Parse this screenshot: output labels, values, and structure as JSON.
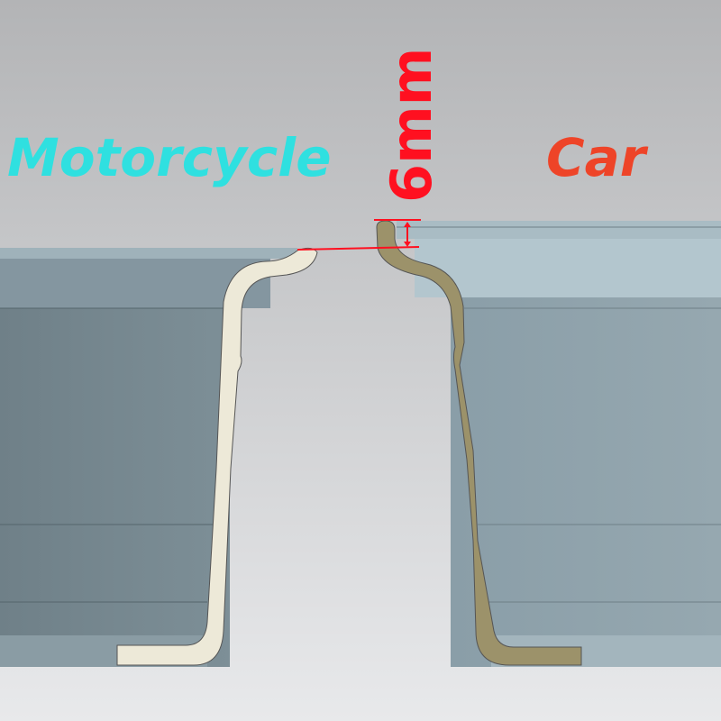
{
  "labels": {
    "left": "Motorcycle",
    "right": "Car",
    "dimension": "6mm"
  },
  "colors": {
    "left_label": "#2fe0e0",
    "right_label": "#ee4428",
    "dimension": "#ff1020",
    "left_profile": "#ede9d8",
    "right_profile": "#9c926a"
  }
}
